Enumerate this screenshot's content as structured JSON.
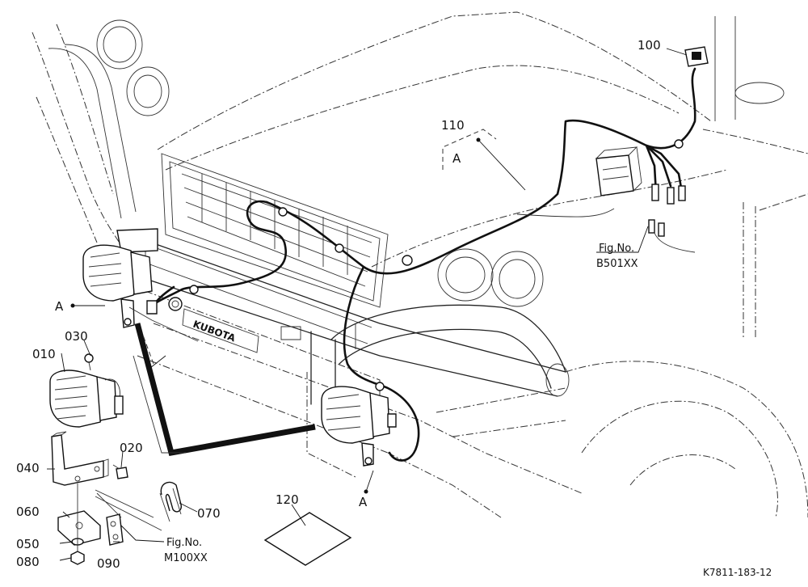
{
  "callouts": {
    "p010": "010",
    "p020": "020",
    "p030": "030",
    "p040": "040",
    "p050": "050",
    "p060": "060",
    "p070": "070",
    "p080": "080",
    "p090": "090",
    "p100": "100",
    "p110": "110",
    "p120": "120"
  },
  "detail_marker": "A",
  "figure_refs": {
    "b501": {
      "line1": "Fig.No.",
      "line2": "B501XX"
    },
    "m100": {
      "line1": "Fig.No.",
      "line2": "M100XX"
    }
  },
  "grille_brand": "KUBOTA",
  "figure_id": "K7811-183-12",
  "colors": {
    "ink": "#111111",
    "background": "#ffffff"
  }
}
